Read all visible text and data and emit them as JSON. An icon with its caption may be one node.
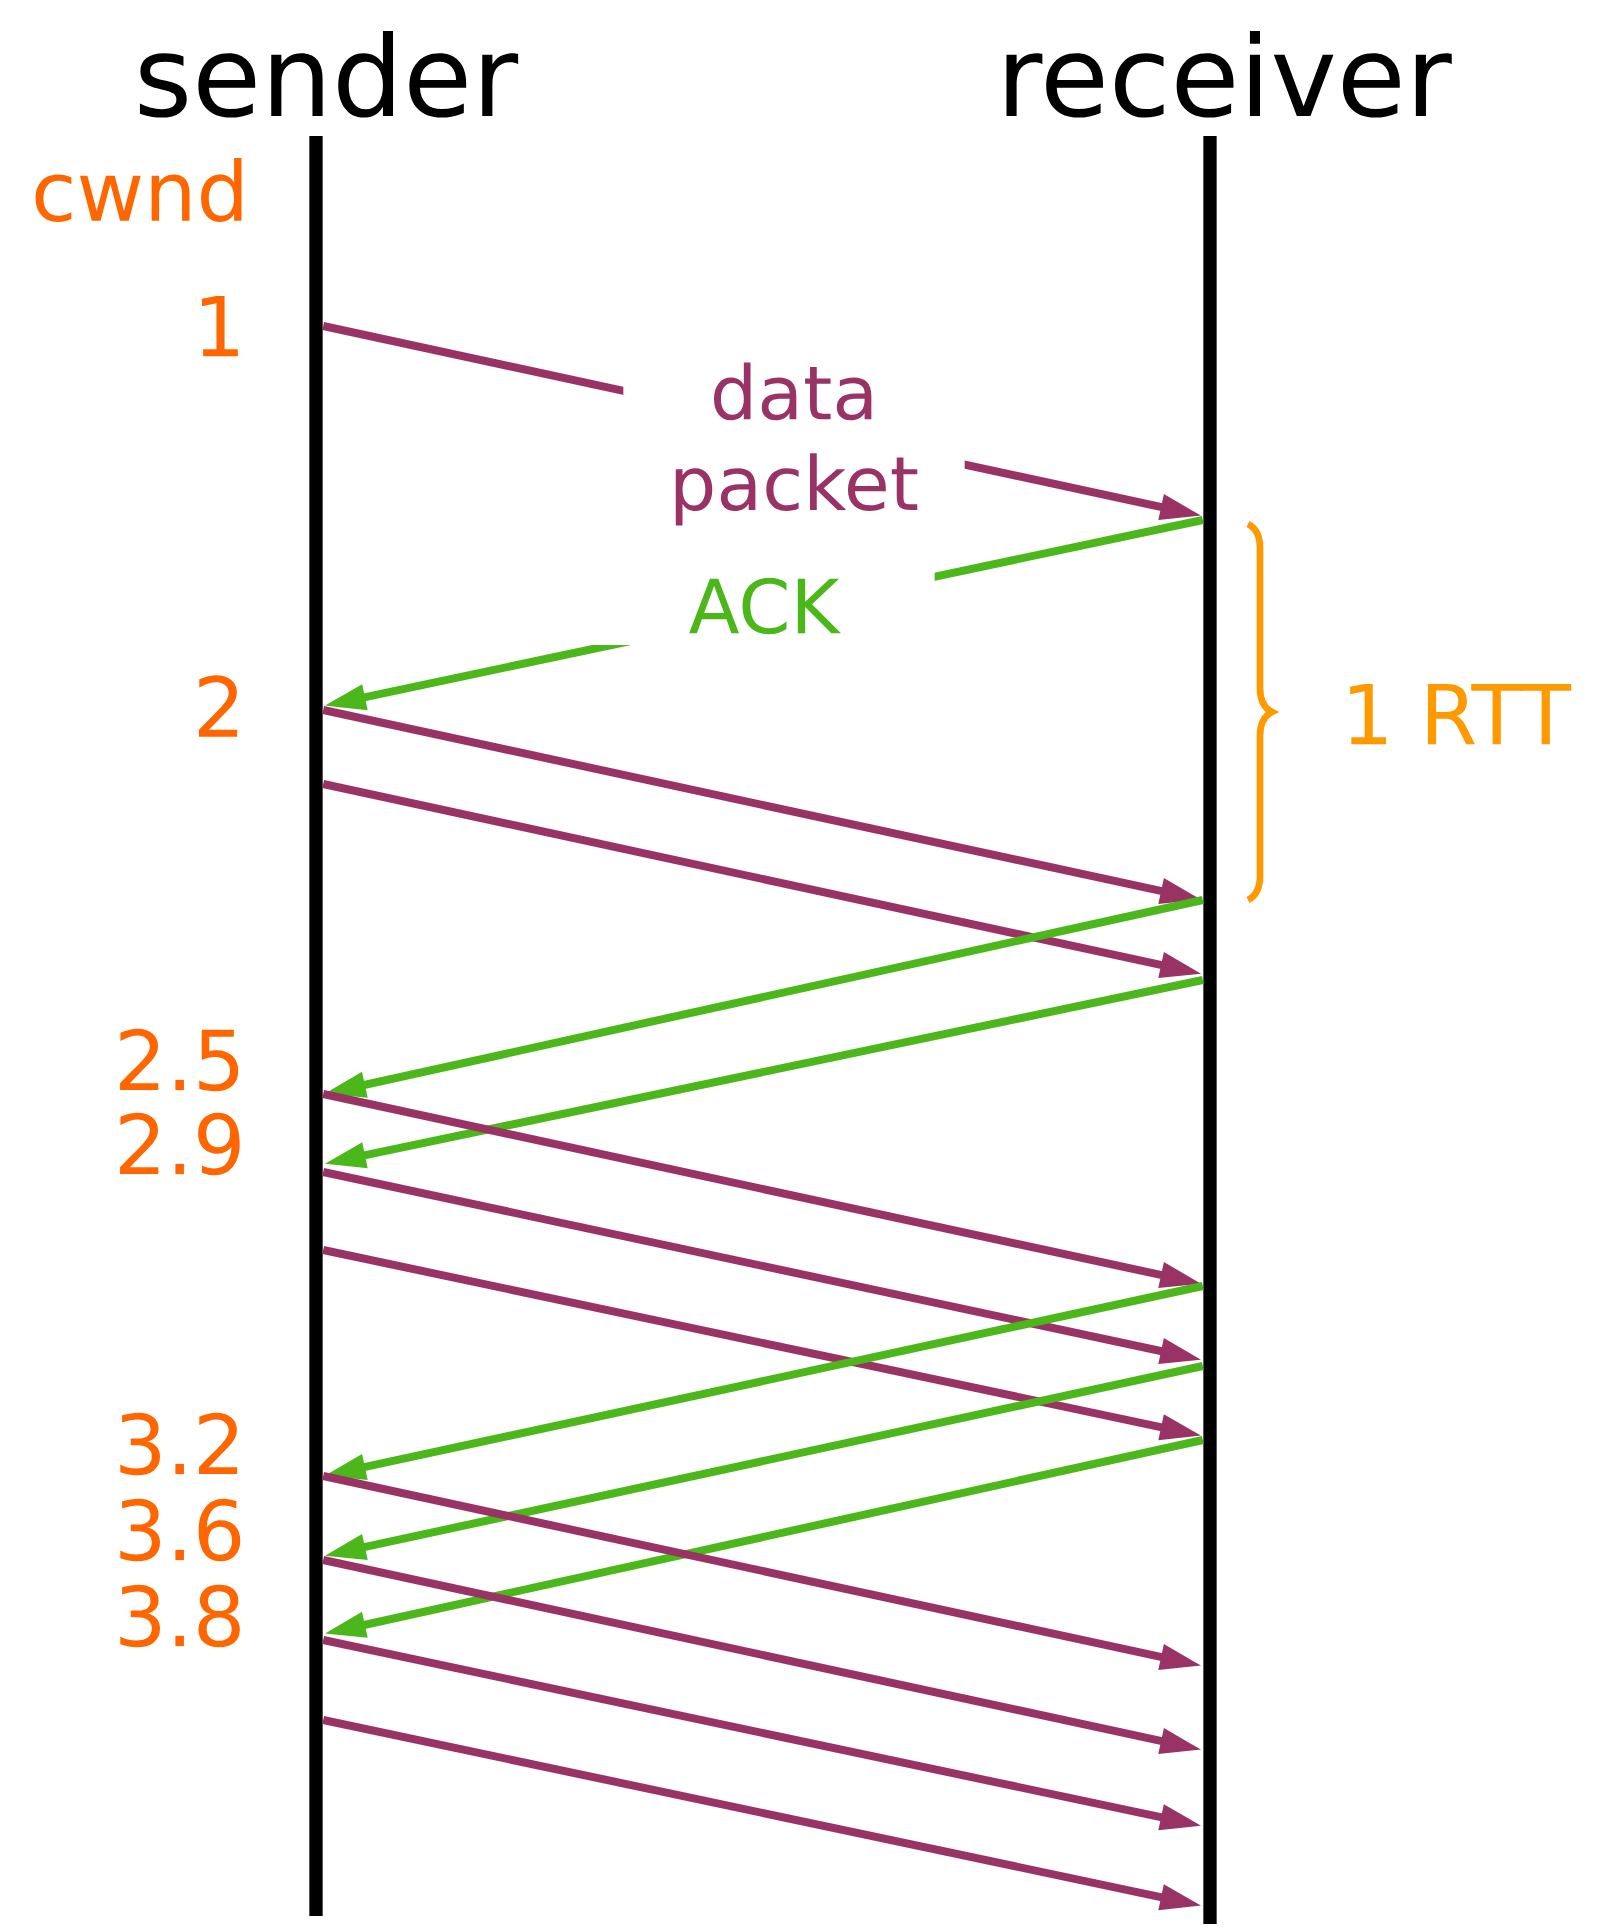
{
  "diagram": {
    "nodes": [
      {
        "text": [
          "sender"
        ]
      },
      {
        "text": [
          "receiver"
        ]
      }
    ],
    "edges": [
      {
        "from": 0,
        "to": 1,
        "arrow": "to",
        "label": "data packet"
      },
      {
        "from": 1,
        "to": 0,
        "arrow": "to",
        "label": "ACK",
        "color": "#4cb71a"
      },
      {
        "from": 0,
        "to": 1,
        "arrow": "to"
      },
      {
        "from": 0,
        "to": 1,
        "arrow": "to"
      },
      {
        "from": 1,
        "to": 0,
        "arrow": "to",
        "color": "#4cb71a"
      },
      {
        "from": 1,
        "to": 0,
        "arrow": "to",
        "color": "#4cb71a"
      },
      {
        "from": 0,
        "to": 1,
        "arrow": "to"
      },
      {
        "from": 0,
        "to": 1,
        "arrow": "to"
      },
      {
        "from": 0,
        "to": 1,
        "arrow": "to"
      },
      {
        "from": 1,
        "to": 0,
        "arrow": "to",
        "color": "#4cb71a"
      },
      {
        "from": 1,
        "to": 0,
        "arrow": "to",
        "color": "#4cb71a"
      },
      {
        "from": 1,
        "to": 0,
        "arrow": "to",
        "color": "#4cb71a"
      },
      {
        "from": 0,
        "to": 1,
        "arrow": "to"
      },
      {
        "from": 0,
        "to": 1,
        "arrow": "to"
      },
      {
        "from": 0,
        "to": 1,
        "arrow": "to"
      },
      {
        "from": 0,
        "to": 1,
        "arrow": "to"
      }
    ],
    "labels": [
      "cwnd",
      "1",
      "2",
      "2.5",
      "2.9",
      "3.2",
      "3.6",
      "3.8",
      "1 RTT"
    ]
  }
}
